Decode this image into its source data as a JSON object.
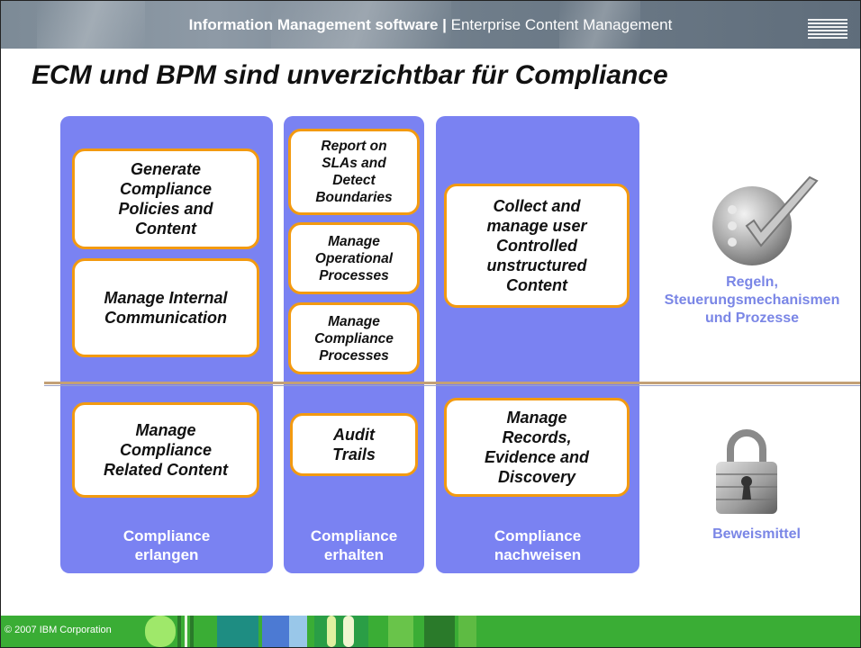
{
  "header": {
    "bold": "Information Management software |",
    "rest": " Enterprise Content Management",
    "logo": "IBM"
  },
  "title": "ECM und BPM sind unverzichtbar für Compliance",
  "columns": {
    "c1": {
      "label": "Compliance\nerlangen",
      "boxes": [
        "Generate\nCompliance\nPolicies and\nContent",
        "Manage Internal\nCommunication",
        "Manage\nCompliance\nRelated Content"
      ]
    },
    "c2": {
      "label": "Compliance\nerhalten",
      "boxes": [
        "Report on\nSLAs and\nDetect\nBoundaries",
        "Manage\nOperational\nProcesses",
        "Manage\nCompliance\nProcesses",
        "Audit\nTrails"
      ]
    },
    "c3": {
      "label": "Compliance\nnachweisen",
      "boxes": [
        "Collect and\nmanage user\nControlled\nunstructured\nContent",
        "Manage\nRecords,\nEvidence and\nDiscovery"
      ]
    }
  },
  "side": {
    "top_label": "Regeln,\nSteuerungsmechanismen\nund Prozesse",
    "bottom_label": "Beweismittel",
    "top_icon": "checkmark-icon",
    "bottom_icon": "padlock-icon"
  },
  "footer": {
    "copyright": "© 2007 IBM Corporation"
  },
  "colors": {
    "column": "#7a82f2",
    "box_border": "#f39a10",
    "footer": "#3aad35",
    "side_text": "#7a86e6"
  }
}
